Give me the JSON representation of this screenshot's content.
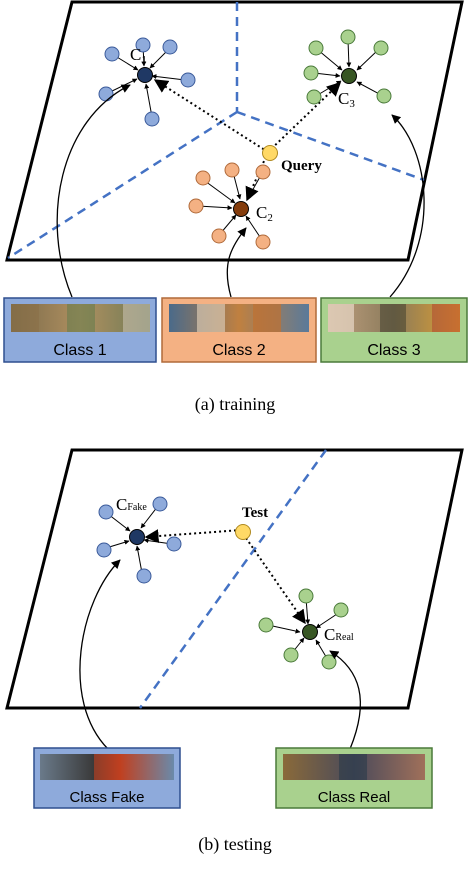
{
  "training": {
    "caption": "(a) training",
    "centroid_1": {
      "main": "C",
      "sub": "1"
    },
    "centroid_2": {
      "main": "C",
      "sub": "2"
    },
    "centroid_3": {
      "main": "C",
      "sub": "3"
    },
    "query_label": "Query",
    "class_boxes": [
      {
        "label": "Class 1",
        "color": "#8eaadb"
      },
      {
        "label": "Class 2",
        "color": "#f4b183"
      },
      {
        "label": "Class 3",
        "color": "#a9d18e"
      }
    ]
  },
  "testing": {
    "caption": "(b) testing",
    "centroid_fake": {
      "main": "C",
      "sub": "Fake"
    },
    "centroid_real": {
      "main": "C",
      "sub": "Real"
    },
    "test_label": "Test",
    "class_boxes": [
      {
        "label": "Class Fake",
        "color": "#8eaadb"
      },
      {
        "label": "Class Real",
        "color": "#a9d18e"
      }
    ]
  },
  "colors": {
    "blue_point": "#8eaadb",
    "blue_centroid": "#1f3864",
    "orange_point": "#f4b183",
    "brown_centroid": "#843c0c",
    "green_point": "#a9d18e",
    "green_centroid": "#375623",
    "query_point": "#ffd966",
    "boundary": "#4472c4"
  }
}
